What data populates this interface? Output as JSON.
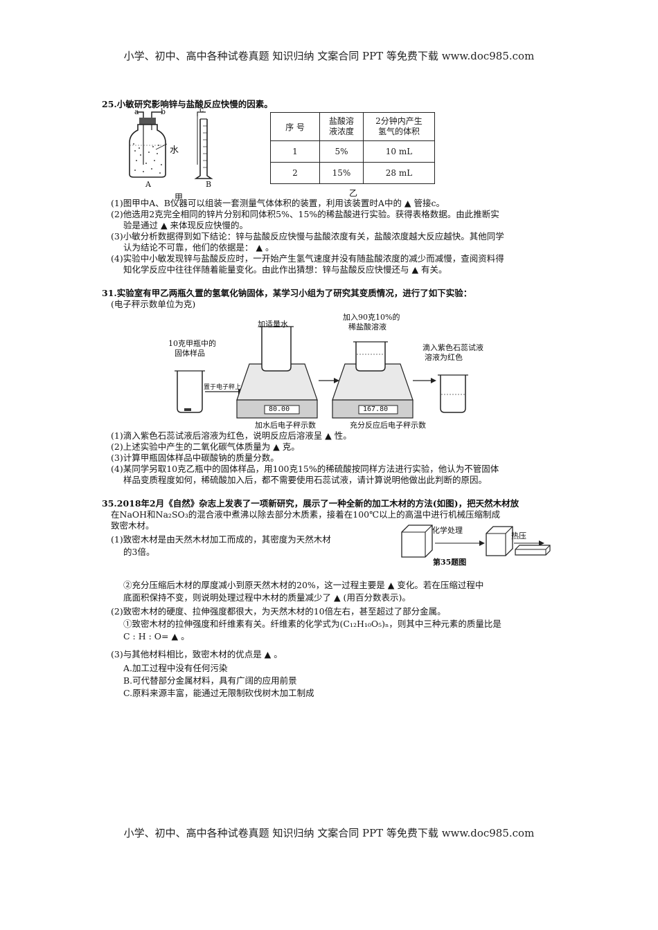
{
  "header": {
    "text": "小学、初中、高中各种试卷真题 知识归纳 文案合同 PPT 等免费下载   www.doc985.com"
  },
  "footer": {
    "text": "小学、初中、高中各种试卷真题 知识归纳 文案合同 PPT 等免费下载   www.doc985.com"
  },
  "q25": {
    "title": "25.小敏研究影响锌与盐酸反应快慢的因素。",
    "fig_labels": {
      "a": "a",
      "b": "b",
      "c": "c",
      "water": "水",
      "A": "A",
      "B": "B",
      "jia": "甲",
      "yi": "乙"
    },
    "table": {
      "headers": [
        "序 号",
        "盐酸溶\n液浓度",
        "2分钟内产生\n氢气的体积"
      ],
      "rows": [
        [
          "1",
          "5%",
          "10 mL"
        ],
        [
          "2",
          "15%",
          "28 mL"
        ]
      ]
    },
    "lines": [
      "(1)图甲中A、B仪器可以组装一套测量气体体积的装置，利用该装置时A中的 ▲ 管接c。",
      "(2)他选用2克完全相同的锌片分别和同体积5%、15%的稀盐酸进行实验。获得表格数据。由此推断实",
      "验是通过 ▲ 来体现反应快慢的。",
      "(3)小敏分析数据得到如下结论：锌与盐酸反应快慢与盐酸浓度有关，盐酸浓度越大反应越快。其他同学",
      "认为结论不可靠，他们的依据是： ▲ 。",
      "(4)实验中小敏发现锌与盐酸反应时，一开始产生氢气速度并没有随盐酸浓度的减少而减慢，查阅资料得",
      "知化学反应中往往伴随着能量变化。由此作出猜想：锌与盐酸反应快慢还与 ▲ 有关。"
    ]
  },
  "q31": {
    "title": "31.实验室有甲乙两瓶久置的氢氧化钠固体，某学习小组为了研究其变质情况，进行了如下实验：",
    "subtitle": "(电子秤示数单位为克)",
    "fig_labels": {
      "sample": "10克甲瓶中的",
      "sample2": "固体样品",
      "add_water": "加适量水",
      "place": "置于电子秤上",
      "add_acid": "加入90克10%的",
      "add_acid2": "稀盐酸溶液",
      "litmus": "滴入紫色石蕊试液",
      "litmus2": "溶液为红色",
      "reading1": "80.00",
      "reading2": "167.80",
      "cap1": "加水后电子秤示数",
      "cap2": "充分反应后电子秤示数"
    },
    "lines": [
      "(1)滴入紫色石蕊试液后溶液为红色，说明反应后溶液呈 ▲ 性。",
      "(2)上述实验中产生的二氧化碳气体质量为 ▲ 克。",
      "(3)计算甲瓶固体样品中碳酸钠的质量分数。",
      "(4)某同学另取10克乙瓶中的固体样品，用100克15%的稀硫酸按同样方法进行实验，他认为不管固体",
      "样品变质程度如何，稀硫酸加入后，都不需要使用石蕊试液，请计算说明他做出此判断的原因。"
    ]
  },
  "q35": {
    "lines_top": [
      "35.2018年2月《自然》杂志上发表了一项新研究，展示了一种全新的加工木材的方法(如图)，把天然木材放",
      "在NaOH和Na₂SO₃的混合液中煮沸以除去部分木质素，接着在100℃以上的高温中进行机械压缩制成",
      "致密木材。",
      "(1)致密木材是由天然木材加工而成的，其密度为天然木材",
      "的3倍。"
    ],
    "fig_labels": {
      "chem": "化学处理",
      "press": "热压",
      "caption": "第35题图"
    },
    "lines_bottom": [
      "②充分压缩后木材的厚度减小到原天然木材的20%，这一过程主要是 ▲ 变化。若在压缩过程中",
      "底面积保持不变，则说明处理过程中木材的质量减少了 ▲ (用百分数表示)。",
      "(2)致密木材的硬度、拉伸强度都很大，为天然木材的10倍左右，甚至超过了部分金属。",
      "①致密木材的拉伸强度和纤维素有关。纤维素的化学式为(C₁₂H₁₀O₅)ₙ，则其中三种元素的质量比是",
      "C : H : O= ▲ 。",
      "(3)与其他材料相比，致密木材的优点是 ▲ 。",
      "A.加工过程中没有任何污染",
      "B.可代替部分金属材料，具有广阔的应用前景",
      "C.原料来源丰富，能通过无限制砍伐树木加工制成"
    ]
  }
}
